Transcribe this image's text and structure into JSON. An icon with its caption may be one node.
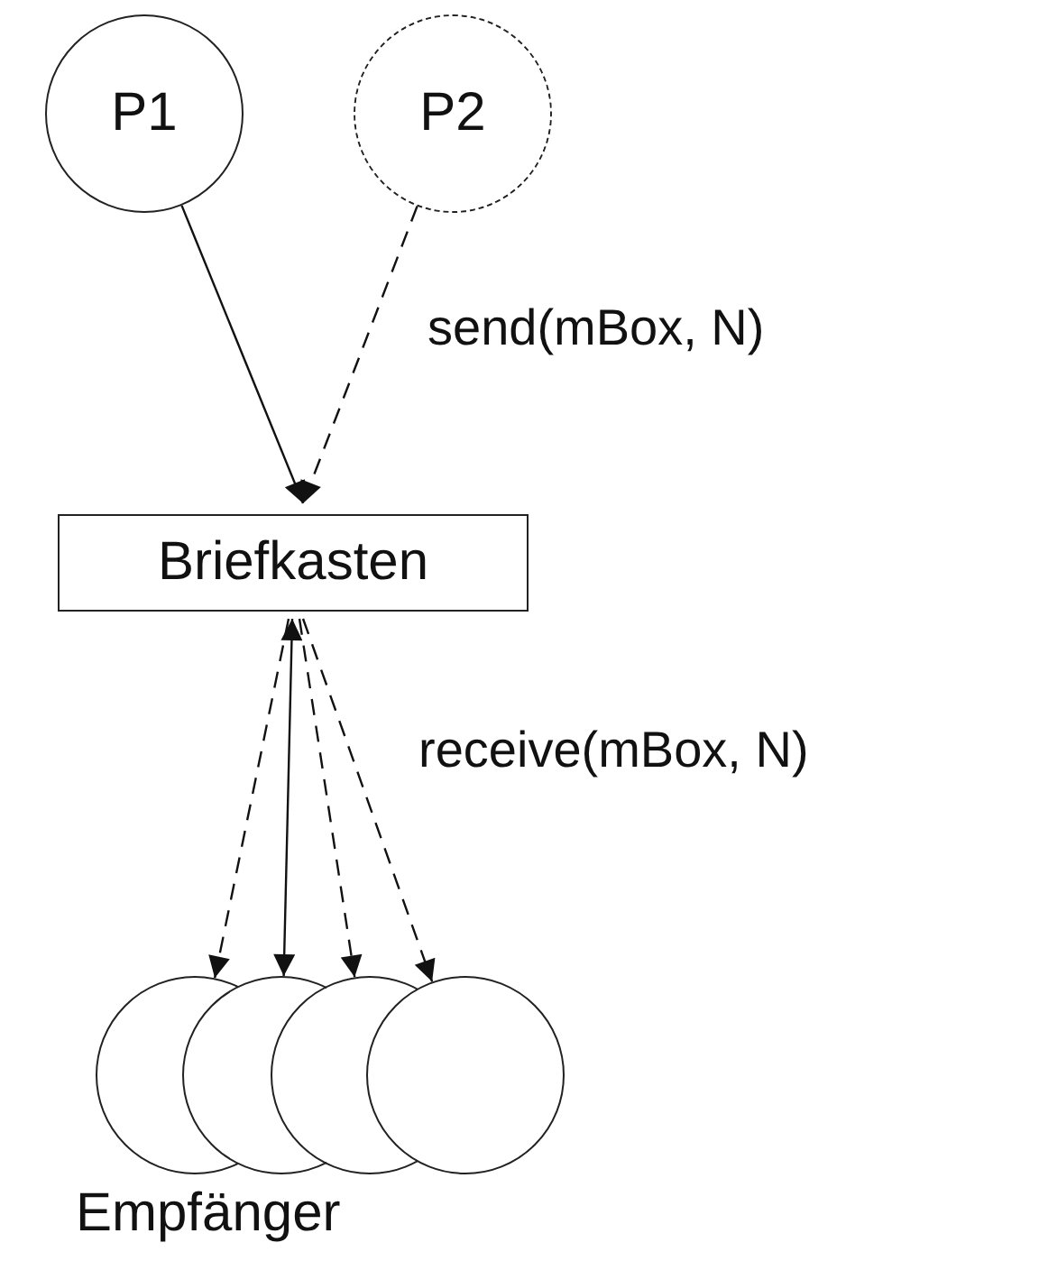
{
  "diagram": {
    "nodes": [
      {
        "text": [
          "P1"
        ]
      },
      {
        "text": [
          "P2"
        ]
      },
      {
        "text": [
          "Briefkasten"
        ]
      },
      {
        "text": [],
        "shape": "circle"
      },
      {
        "text": [],
        "shape": "circle"
      },
      {
        "text": [],
        "shape": "circle"
      },
      {
        "text": [],
        "shape": "circle"
      }
    ],
    "edges": [
      {
        "from": 0,
        "to": 2,
        "arrow": "to"
      },
      {
        "from": 1,
        "to": 2,
        "arrow": "to",
        "style": "dashed",
        "label": "send(mBox, N)"
      },
      {
        "from": 2,
        "to": 3,
        "arrow": "to",
        "style": "dashed"
      },
      {
        "from": 2,
        "to": 4,
        "arrow": "both"
      },
      {
        "from": 2,
        "to": 5,
        "arrow": "to",
        "style": "dashed"
      },
      {
        "from": 2,
        "to": 6,
        "arrow": "to",
        "style": "dashed",
        "label": "receive(mBox, N)"
      }
    ],
    "labels": [
      "Empfänger"
    ]
  }
}
